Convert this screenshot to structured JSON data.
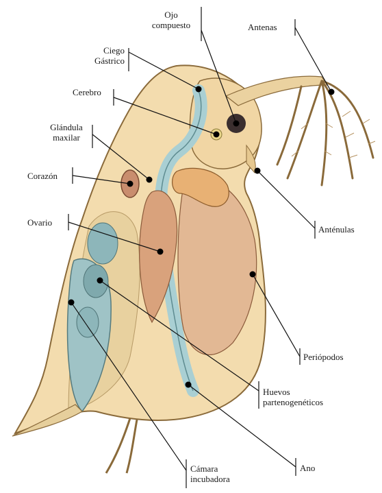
{
  "labels": {
    "ojo": [
      "Ojo",
      "compuesto"
    ],
    "antenas": [
      "Antenas"
    ],
    "ciego": [
      "Ciego",
      "Gástrico"
    ],
    "cerebro": [
      "Cerebro"
    ],
    "glandula": [
      "Glándula",
      "maxilar"
    ],
    "corazon": [
      "Corazón"
    ],
    "ovario": [
      "Ovario"
    ],
    "antenulas": [
      "Anténulas"
    ],
    "pereiopodos": [
      "Periópodos"
    ],
    "huevos": [
      "Huevos",
      "partenogenéticos"
    ],
    "camara": [
      "Cámara",
      "incubadora"
    ],
    "ano": [
      "Ano"
    ]
  },
  "colors": {
    "carapace": "#f3dcae",
    "carapace_edge": "#8a6a3a",
    "gut": "#a9cfd3",
    "muscle": "#d9a27c",
    "eye": "#3b2f2f",
    "line": "#111111"
  }
}
